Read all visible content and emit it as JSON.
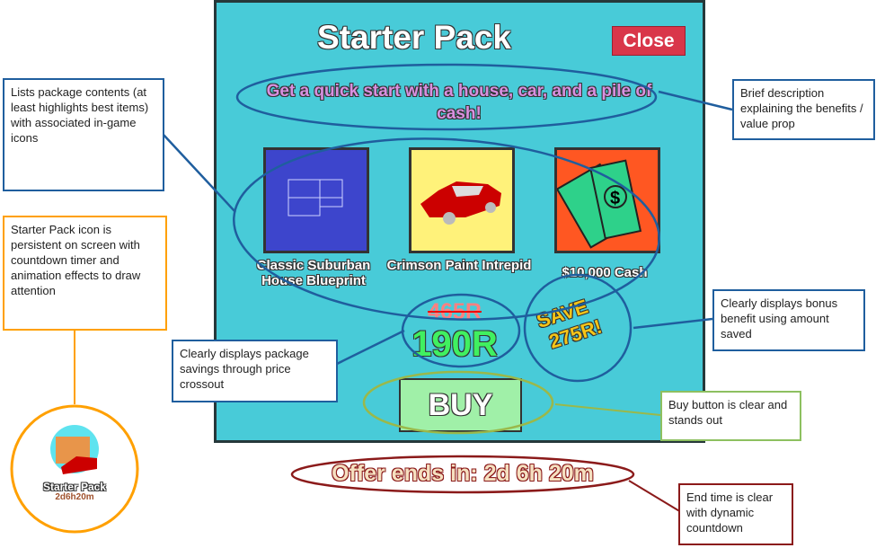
{
  "popup": {
    "title": "Starter Pack",
    "close_label": "Close",
    "subtitle": "Get a quick start with a house, car, and a pile of cash!",
    "items": [
      {
        "label": "Classic Suburban House Blueprint",
        "icon": "blueprint-icon",
        "color": "#3D45CC"
      },
      {
        "label": "Crimson Paint Intrepid",
        "icon": "red-car-icon",
        "color": "#FFF27A"
      },
      {
        "label": "$10,000 Cash",
        "icon": "cash-icon",
        "color": "#FF5722"
      }
    ],
    "original_price": "465R",
    "price": "190R",
    "save_line1": "SAVE",
    "save_line2": "275R!",
    "buy_label": "BUY"
  },
  "offer": "Offer ends in: 2d 6h 20m",
  "hud_icon": {
    "label": "Starter Pack",
    "timer": "2d6h20m"
  },
  "annotations": {
    "contents": "Lists package contents (at least highlights best items) with associated in-game icons",
    "description": "Brief description explaining the benefits / value prop",
    "icon": "Starter Pack icon is persistent on screen with countdown timer and animation effects to draw attention",
    "crossout": "Clearly displays package savings through price crossout",
    "saved": "Clearly displays bonus benefit using amount saved",
    "buy": "Buy button is clear and stands out",
    "endtime": "End time is clear with dynamic countdown"
  },
  "colors": {
    "panel": "#48CBD8",
    "annotation_blue": "#1F5E9E",
    "orange": "#FFA000",
    "green": "#8DC060",
    "darkred": "#8B1A1A"
  }
}
